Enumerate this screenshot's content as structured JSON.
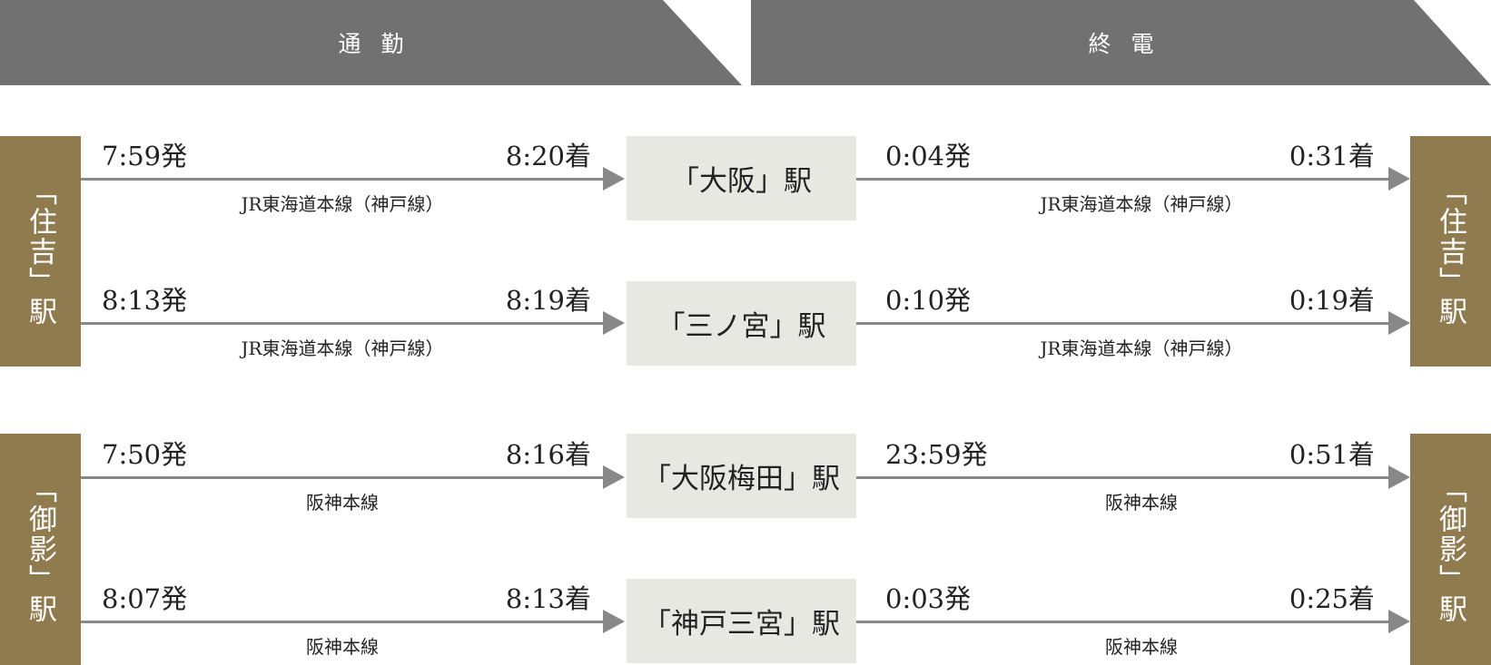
{
  "headers": {
    "commute": "通勤",
    "last_train": "終電"
  },
  "origins": [
    {
      "name": "「住吉」駅"
    },
    {
      "name": "「御影」駅"
    }
  ],
  "routes": [
    {
      "destination": "「大阪」駅",
      "commute": {
        "depart": "7:59発",
        "arrive": "8:20着",
        "line": "JR東海道本線（神戸線）"
      },
      "last": {
        "depart": "0:04発",
        "arrive": "0:31着",
        "line": "JR東海道本線（神戸線）"
      }
    },
    {
      "destination": "「三ノ宮」駅",
      "commute": {
        "depart": "8:13発",
        "arrive": "8:19着",
        "line": "JR東海道本線（神戸線）"
      },
      "last": {
        "depart": "0:10発",
        "arrive": "0:19着",
        "line": "JR東海道本線（神戸線）"
      }
    },
    {
      "destination": "「大阪梅田」駅",
      "commute": {
        "depart": "7:50発",
        "arrive": "8:16着",
        "line": "阪神本線"
      },
      "last": {
        "depart": "23:59発",
        "arrive": "0:51着",
        "line": "阪神本線"
      }
    },
    {
      "destination": "「神戸三宮」駅",
      "commute": {
        "depart": "8:07発",
        "arrive": "8:13着",
        "line": "阪神本線"
      },
      "last": {
        "depart": "0:03発",
        "arrive": "0:25着",
        "line": "阪神本線"
      }
    }
  ],
  "colors": {
    "header": "#717171",
    "origin": "#8f7b4e",
    "destination": "#e8e8e3",
    "arrow": "#888888"
  }
}
